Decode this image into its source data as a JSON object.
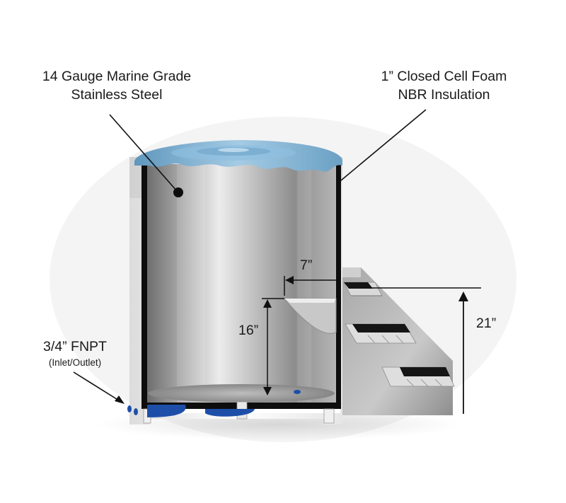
{
  "labels": {
    "steel_line1": "14 Gauge Marine Grade",
    "steel_line2": "Stainless Steel",
    "foam_line1": "1” Closed Cell Foam",
    "foam_line2": "NBR Insulation",
    "fnpt_line1": "3/4” FNPT",
    "fnpt_line2": "(Inlet/Outlet)"
  },
  "dimensions": {
    "step_depth": "7”",
    "step_height": "16”",
    "total_height": "21”"
  },
  "colors": {
    "steel_light": "#d8d8d8",
    "steel_dark": "#7a7a7a",
    "lid_blue": "#7fb2d4",
    "fitting_blue": "#1d4fa8",
    "foam_black": "#0d0d0d",
    "insulation_white": "#f2f2f2"
  }
}
